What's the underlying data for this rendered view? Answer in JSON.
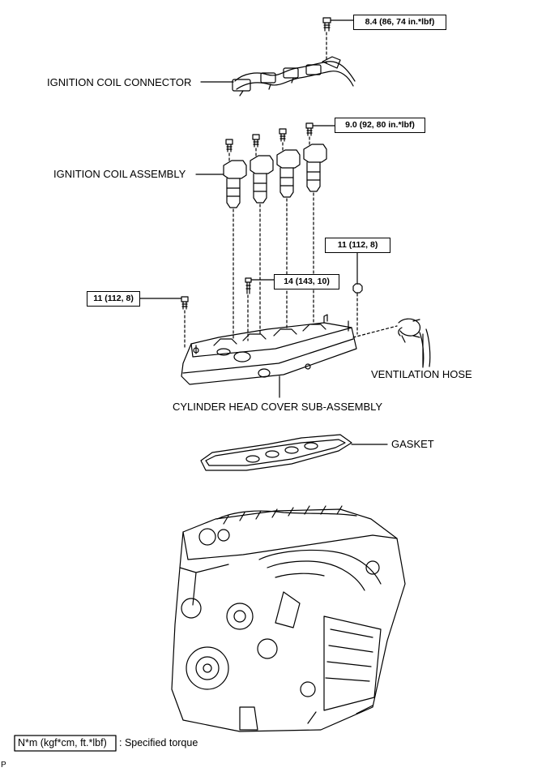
{
  "labels": {
    "ignition_coil_connector": "IGNITION COIL CONNECTOR",
    "ignition_coil_assembly": "IGNITION COIL ASSEMBLY",
    "ventilation_hose": "VENTILATION HOSE",
    "cylinder_head_cover": "CYLINDER HEAD COVER SUB-ASSEMBLY",
    "gasket": "GASKET"
  },
  "torques": {
    "connector_bolt": "8.4 (86, 74 in.*lbf)",
    "coil_bolt": "9.0 (92, 80 in.*lbf)",
    "cover_nut_right": "11 (112, 8)",
    "cover_stud_center": "14 (143, 10)",
    "cover_bolt_left": "11 (112, 8)"
  },
  "legend": {
    "unit_box": "N*m (kgf*cm, ft.*lbf)",
    "text": ": Specified torque"
  },
  "corner_mark": "P"
}
